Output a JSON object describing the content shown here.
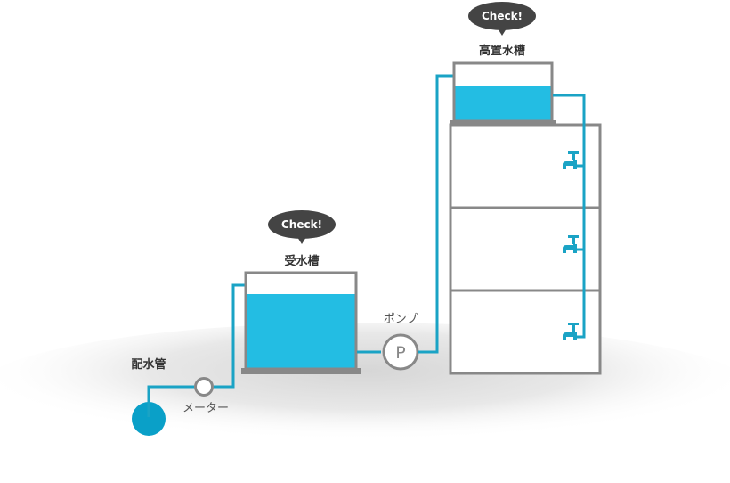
{
  "diagram": {
    "colors": {
      "water": "#23bde3",
      "pipe": "#1aa3c5",
      "main_pipe": "#0aa0c8",
      "tank_frame": "#888888",
      "bubble": "#444444",
      "ground_shadow": "#d9d9d9"
    },
    "labels": {
      "main_pipe": "配水管",
      "meter": "メーター",
      "receiving_tank": "受水槽",
      "pump": "ポンプ",
      "pump_symbol": "P",
      "elevated_tank": "高置水槽"
    },
    "bubbles": {
      "receiving_check": "Check!",
      "elevated_check": "Check!"
    },
    "icons": {
      "faucet": "faucet-icon",
      "meter": "meter-icon",
      "pump": "pump-icon"
    }
  }
}
